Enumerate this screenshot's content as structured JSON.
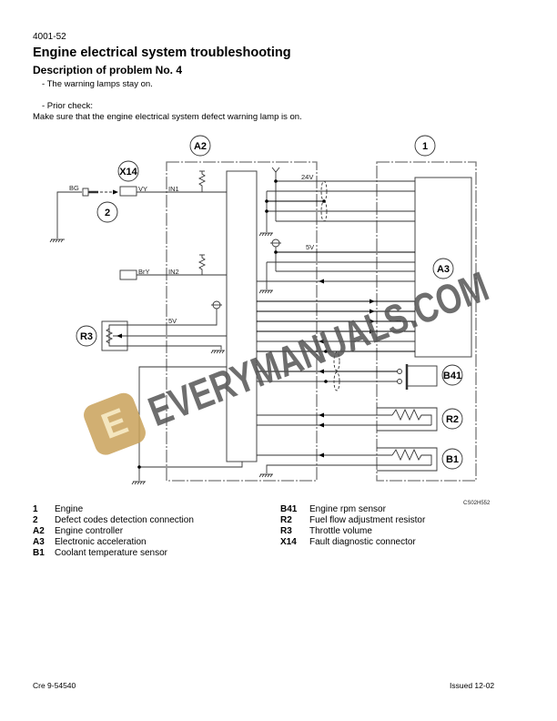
{
  "header": {
    "page_number": "4001-52",
    "title": "Engine electrical system troubleshooting",
    "subtitle": "Description of problem No. 4"
  },
  "description": {
    "symptom": "- The warning lamps stay on.",
    "prior_check_label": "- Prior check:",
    "prior_check_text": "Make sure that the engine electrical system defect warning lamp is on."
  },
  "diagram": {
    "labels": {
      "a2": "A2",
      "one": "1",
      "x14": "X14",
      "two": "2",
      "a3": "A3",
      "r3": "R3",
      "b41": "B41",
      "r2": "R2",
      "b1": "B1",
      "bg": "BG",
      "vy": "VY",
      "in1": "IN1",
      "bry": "BrY",
      "in2": "IN2",
      "v5_left": "5V",
      "v24": "24V",
      "v5_right": "5V"
    },
    "figure_code": "CS02H552"
  },
  "legend": {
    "left": [
      {
        "key": "1",
        "text": "Engine"
      },
      {
        "key": "2",
        "text": "Defect codes detection connection"
      },
      {
        "key": "A2",
        "text": "Engine controller"
      },
      {
        "key": "A3",
        "text": "Electronic acceleration"
      },
      {
        "key": "B1",
        "text": "Coolant temperature sensor"
      }
    ],
    "right": [
      {
        "key": "B41",
        "text": "Engine rpm sensor"
      },
      {
        "key": "R2",
        "text": "Fuel flow adjustment resistor"
      },
      {
        "key": "R3",
        "text": "Throttle volume"
      },
      {
        "key": "X14",
        "text": "Fault diagnostic connector"
      }
    ]
  },
  "watermark": {
    "text": "EVERYMANUALS.COM",
    "color": "#555555",
    "logo_color": "#c9a25a"
  },
  "footer": {
    "left": "Cre  9-54540",
    "right": "Issued 12-02"
  }
}
